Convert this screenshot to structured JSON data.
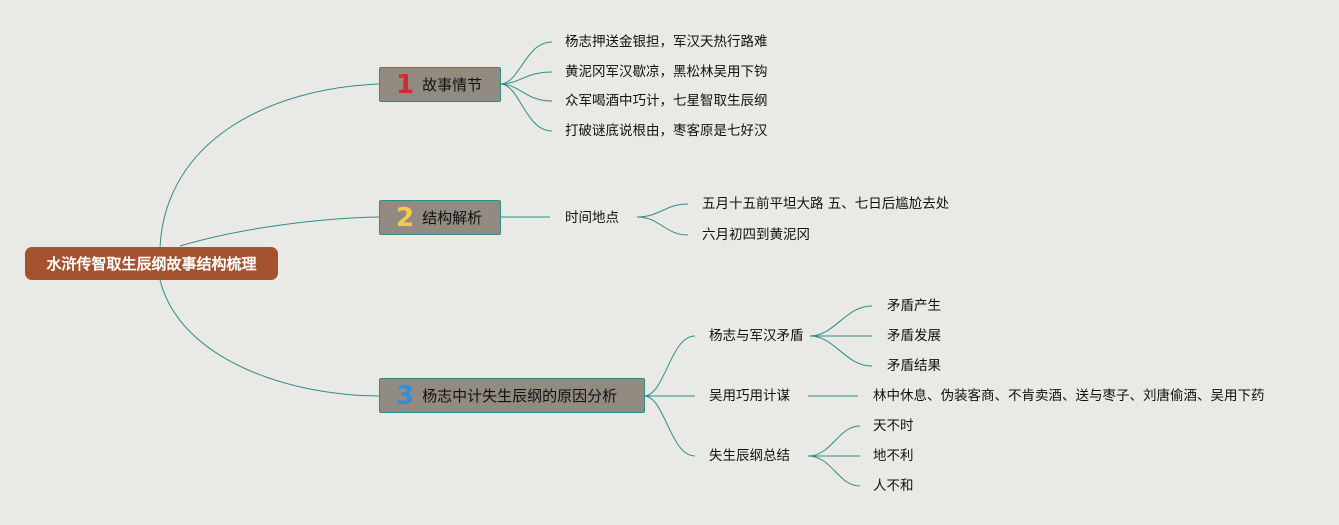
{
  "root": {
    "label": "水浒传智取生辰纲故事结构梳理"
  },
  "branches": [
    {
      "number": "1",
      "number_color": "#d9262f",
      "label": "故事情节",
      "children": [
        "杨志押送金银担，军汉天热行路难",
        "黄泥冈军汉歇凉，黑松林吴用下钩",
        "众军喝酒中巧计，七星智取生辰纲",
        "打破谜底说根由，枣客原是七好汉"
      ]
    },
    {
      "number": "2",
      "number_color": "#f2cc4a",
      "label": "结构解析",
      "sub": {
        "label": "时间地点",
        "children": [
          "五月十五前平坦大路 五、七日后尴尬去处",
          "六月初四到黄泥冈"
        ]
      }
    },
    {
      "number": "3",
      "number_color": "#2f8fd8",
      "label": "杨志中计失生辰纲的原因分析",
      "subs": [
        {
          "label": "杨志与军汉矛盾",
          "children": [
            "矛盾产生",
            "矛盾发展",
            "矛盾结果"
          ]
        },
        {
          "label": "吴用巧用计谋",
          "children": [
            "林中休息、伪装客商、不肯卖酒、送与枣子、刘唐偷酒、吴用下药"
          ]
        },
        {
          "label": "失生辰纲总结",
          "children": [
            "天不时",
            "地不利",
            "人不和"
          ]
        }
      ]
    }
  ],
  "colors": {
    "line": "#2f8d86",
    "root_fill": "#a5532f",
    "node_fill": "#928b82",
    "background": "#e9eae6"
  }
}
